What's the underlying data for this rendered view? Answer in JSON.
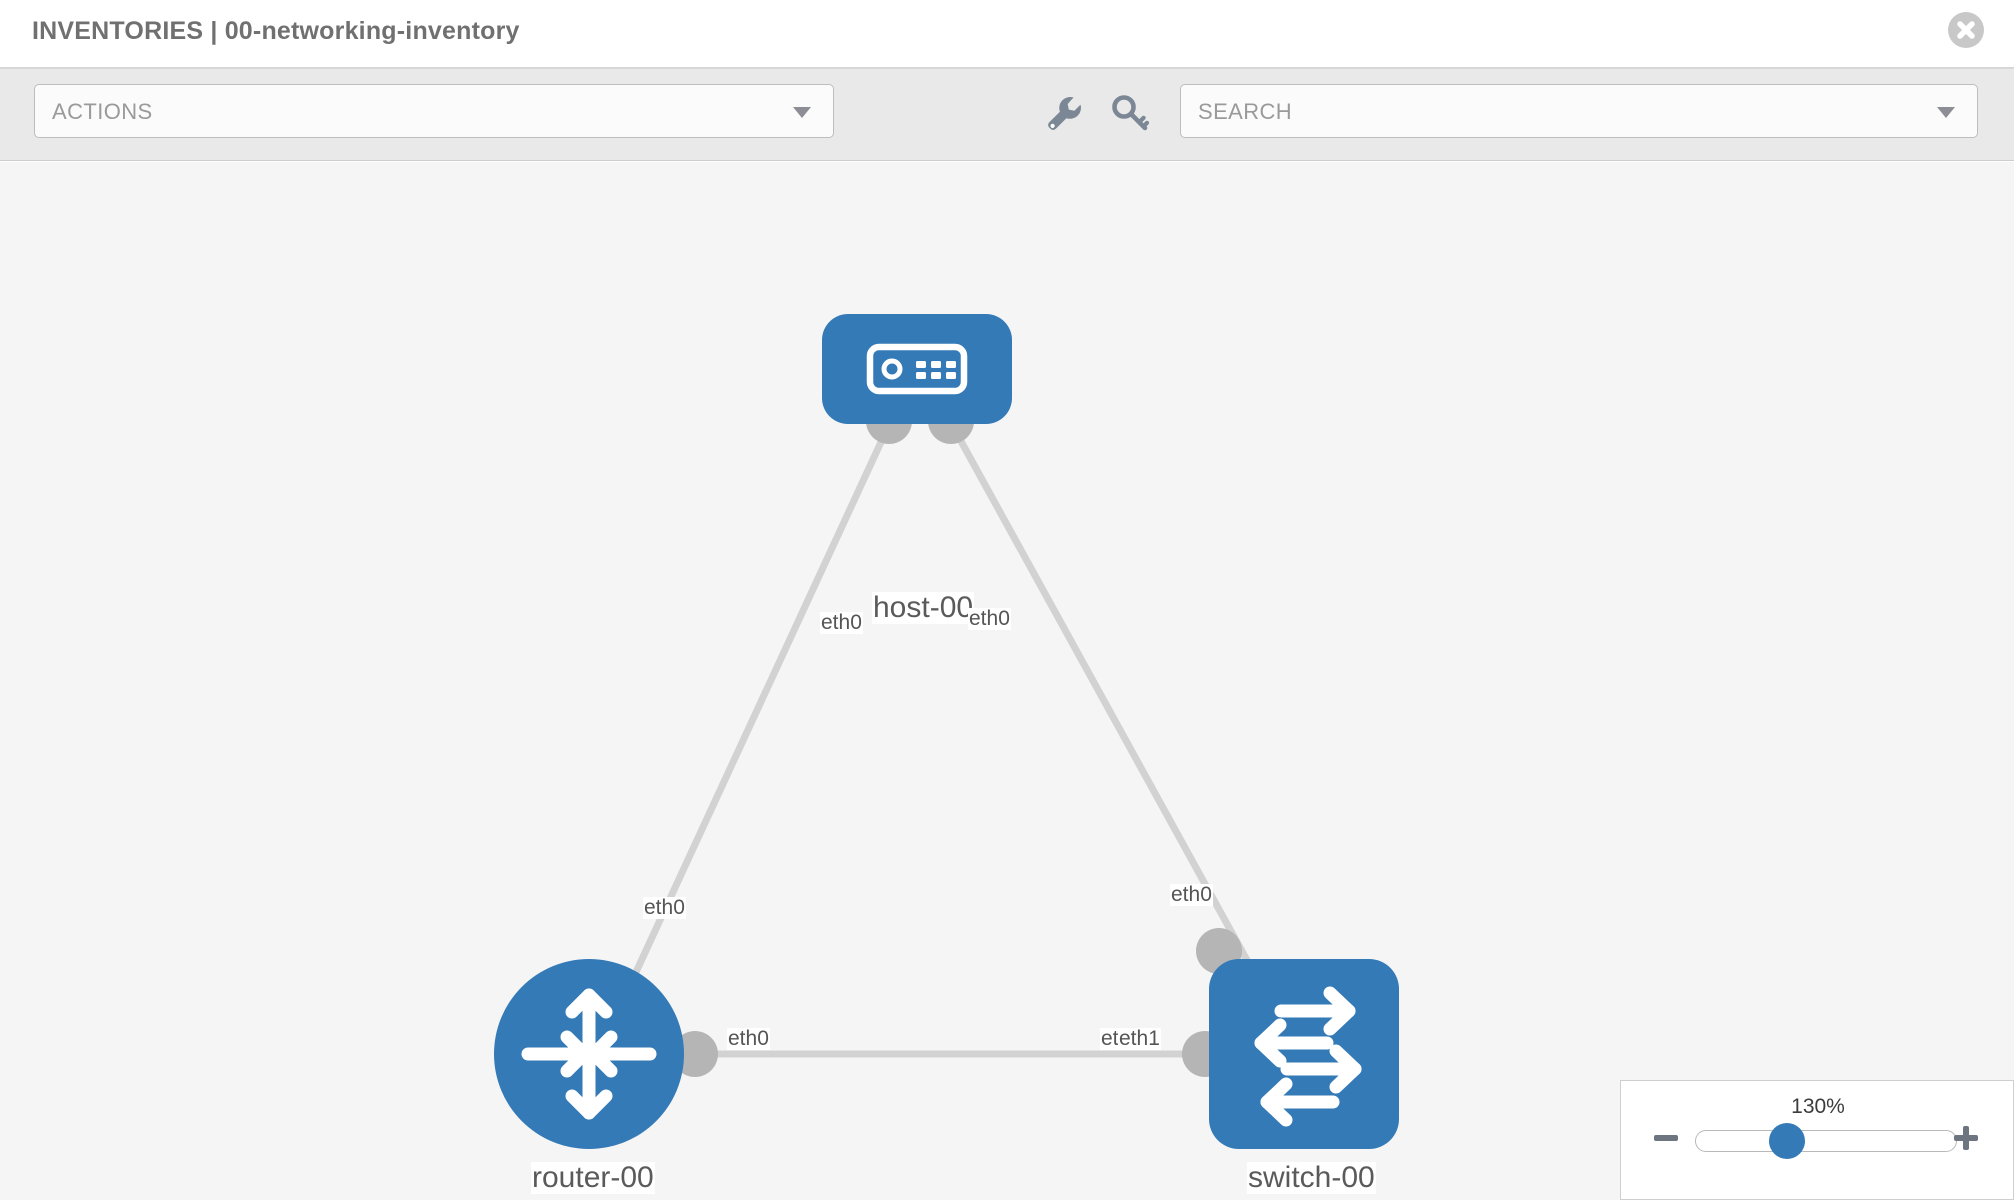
{
  "header": {
    "title": "INVENTORIES | 00-networking-inventory",
    "close_icon": "close-circle-icon"
  },
  "toolbar": {
    "actions_label": "ACTIONS",
    "actions_caret_icon": "chevron-down-icon",
    "wrench_icon": "wrench-icon",
    "key_icon": "key-icon",
    "search_placeholder": "SEARCH",
    "search_value": "",
    "search_caret_icon": "chevron-down-icon"
  },
  "topology": {
    "nodes": [
      {
        "id": "host-00",
        "label": "host-00",
        "icon": "server-icon"
      },
      {
        "id": "router-00",
        "label": "router-00",
        "icon": "router-arrows-icon"
      },
      {
        "id": "switch-00",
        "label": "switch-00",
        "icon": "switch-arrows-icon"
      }
    ],
    "interface_labels": {
      "host_left": "eth0",
      "host_right": "eth0",
      "router_up": "eth0",
      "switch_up": "eth0",
      "router_right": "eth0",
      "switch_left_a": "eth",
      "switch_left_b": "eth1"
    }
  },
  "zoom_control": {
    "value": "130%",
    "minus_icon": "minus-icon",
    "plus_icon": "plus-icon",
    "slider_name": "zoom-slider"
  },
  "colors": {
    "node_blue": "#337ab7",
    "nub_gray": "#b5b5b5",
    "edge_gray": "#d2d2d2",
    "canvas_bg": "#f5f5f5",
    "toolbar_bg": "#e9e9e9",
    "title_gray": "#707070"
  }
}
